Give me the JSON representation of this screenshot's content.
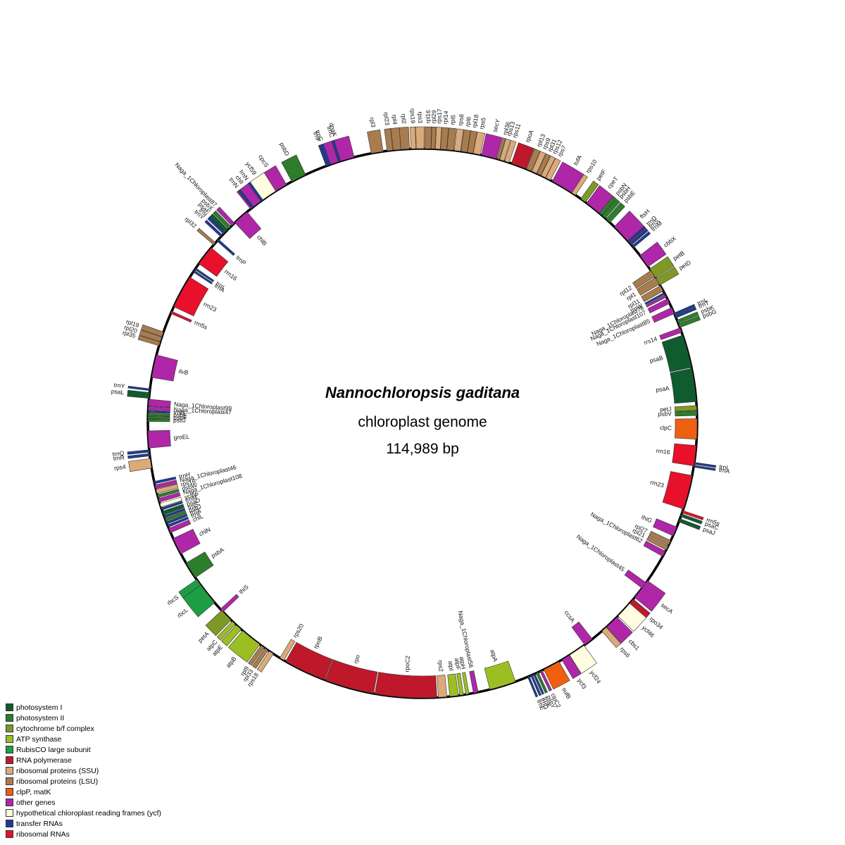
{
  "title": {
    "organism": "Nannochloropsis gaditana",
    "subtitle": "chloroplast genome",
    "size": "114,989 bp"
  },
  "colors": {
    "ps1": "#0f5c2e",
    "ps2": "#2e7d2a",
    "cytb6f": "#7f9a24",
    "atp": "#9bbf23",
    "rbcl": "#1e9e44",
    "rnapol": "#c0182b",
    "ssu": "#dcaa79",
    "lsu": "#a87c4f",
    "clp": "#ee6010",
    "other": "#b026a8",
    "ycf": "#fffce0",
    "trna": "#1c3c96",
    "rrna": "#e8102a"
  },
  "legend": [
    {
      "label": "photosystem I",
      "color": "#0f5c2e"
    },
    {
      "label": "photosystem II",
      "color": "#2e7d2a"
    },
    {
      "label": "cytochrome b/f complex",
      "color": "#7f9a24"
    },
    {
      "label": "ATP synthase",
      "color": "#9bbf23"
    },
    {
      "label": "RubisCO large subunit",
      "color": "#1e9e44"
    },
    {
      "label": "RNA polymerase",
      "color": "#c0182b"
    },
    {
      "label": "ribosomal proteins (SSU)",
      "color": "#dcaa79"
    },
    {
      "label": "ribosomal proteins (LSU)",
      "color": "#a87c4f"
    },
    {
      "label": "clpP, matK",
      "color": "#ee6010"
    },
    {
      "label": "other genes",
      "color": "#b026a8"
    },
    {
      "label": "hypothetical chloroplast reading frames (ycf)",
      "color": "#fffce0"
    },
    {
      "label": "transfer RNAs",
      "color": "#1c3c96"
    },
    {
      "label": "ribosomal RNAs",
      "color": "#e8102a"
    }
  ],
  "genes": [
    {
      "name": "dnaK",
      "a": -17.0,
      "w": 5.2,
      "cat": "other",
      "side": "out"
    },
    {
      "name": "trnC",
      "a": -19.8,
      "w": 0.5,
      "cat": "trna",
      "side": "out"
    },
    {
      "name": "trnF",
      "a": -20.3,
      "w": 0.5,
      "cat": "trna",
      "side": "out"
    },
    {
      "name": "psbD",
      "a": -26.8,
      "w": 3.2,
      "cat": "ps2",
      "side": "out"
    },
    {
      "name": "cpcS",
      "a": -31.3,
      "w": 3.2,
      "cat": "other",
      "side": "out"
    },
    {
      "name": "chlI",
      "a": -37.0,
      "w": 3.5,
      "cat": "other",
      "side": "out"
    },
    {
      "name": "rpl3",
      "a": -9.5,
      "w": 2.5,
      "cat": "lsu",
      "side": "out"
    },
    {
      "name": "rpl23",
      "a": -6.8,
      "w": 1.2,
      "cat": "lsu",
      "side": "out"
    },
    {
      "name": "rpl4",
      "a": -5.3,
      "w": 1.6,
      "cat": "lsu",
      "side": "out"
    },
    {
      "name": "rpl2",
      "a": -3.6,
      "w": 1.8,
      "cat": "lsu",
      "side": "out"
    },
    {
      "name": "rps19",
      "a": -1.9,
      "w": 1.0,
      "cat": "ssu",
      "side": "out"
    },
    {
      "name": "rps3",
      "a": -0.5,
      "w": 1.6,
      "cat": "ssu",
      "side": "out"
    },
    {
      "name": "rpl16",
      "a": 1.1,
      "w": 1.3,
      "cat": "lsu",
      "side": "out"
    },
    {
      "name": "rpl29",
      "a": 2.2,
      "w": 0.8,
      "cat": "lsu",
      "side": "out"
    },
    {
      "name": "rps17",
      "a": 3.2,
      "w": 1.0,
      "cat": "ssu",
      "side": "out"
    },
    {
      "name": "rpl14",
      "a": 4.4,
      "w": 1.3,
      "cat": "lsu",
      "side": "out"
    },
    {
      "name": "rpl5",
      "a": 5.8,
      "w": 1.4,
      "cat": "lsu",
      "side": "out"
    },
    {
      "name": "rps8",
      "a": 7.3,
      "w": 1.3,
      "cat": "ssu",
      "side": "out"
    },
    {
      "name": "rpl6",
      "a": 8.7,
      "w": 1.3,
      "cat": "lsu",
      "side": "out"
    },
    {
      "name": "rpl18",
      "a": 10.0,
      "w": 1.2,
      "cat": "lsu",
      "side": "out"
    },
    {
      "name": "rps5",
      "a": 11.4,
      "w": 1.5,
      "cat": "ssu",
      "side": "out"
    },
    {
      "name": "secY",
      "a": 14.0,
      "w": 3.2,
      "cat": "other",
      "side": "out"
    },
    {
      "name": "rpl36",
      "a": 16.0,
      "w": 0.5,
      "cat": "lsu",
      "side": "out"
    },
    {
      "name": "rps13",
      "a": 16.8,
      "w": 0.9,
      "cat": "ssu",
      "side": "out"
    },
    {
      "name": "rps11",
      "a": 17.9,
      "w": 1.0,
      "cat": "ssu",
      "side": "out"
    },
    {
      "name": "rpoA",
      "a": 20.5,
      "w": 3.2,
      "cat": "rnapol",
      "side": "out"
    },
    {
      "name": "rpl13",
      "a": 22.8,
      "w": 1.2,
      "cat": "lsu",
      "side": "out"
    },
    {
      "name": "rps9",
      "a": 24.0,
      "w": 1.1,
      "cat": "ssu",
      "side": "out"
    },
    {
      "name": "rpl31",
      "a": 25.1,
      "w": 0.9,
      "cat": "lsu",
      "side": "out"
    },
    {
      "name": "rps12",
      "a": 26.1,
      "w": 1.0,
      "cat": "ssu",
      "side": "out"
    },
    {
      "name": "rps7",
      "a": 27.2,
      "w": 1.1,
      "cat": "ssu",
      "side": "out"
    },
    {
      "name": "tufA",
      "a": 30.6,
      "w": 4.8,
      "cat": "other",
      "side": "out"
    },
    {
      "name": "rps10",
      "a": 33.4,
      "w": 0.9,
      "cat": "ssu",
      "side": "out"
    },
    {
      "name": "petF",
      "a": 35.8,
      "w": 1.2,
      "cat": "cytb6f",
      "side": "out"
    },
    {
      "name": "cpeT",
      "a": 38.4,
      "w": 3.4,
      "cat": "other",
      "side": "out"
    },
    {
      "name": "psbN",
      "a": 40.4,
      "w": 0.7,
      "cat": "ps2",
      "side": "out"
    },
    {
      "name": "psbH",
      "a": 41.3,
      "w": 0.9,
      "cat": "ps2",
      "side": "out"
    },
    {
      "name": "psbE",
      "a": 42.5,
      "w": 1.1,
      "cat": "ps2",
      "side": "out"
    },
    {
      "name": "ftsH",
      "a": 46.8,
      "w": 5.0,
      "cat": "other",
      "side": "out"
    },
    {
      "name": "trnD",
      "a": 48.6,
      "w": 0.5,
      "cat": "trna",
      "side": "out"
    },
    {
      "name": "trnS",
      "a": 49.3,
      "w": 0.5,
      "cat": "trna",
      "side": "out"
    },
    {
      "name": "trnM",
      "a": 50.0,
      "w": 0.5,
      "cat": "trna",
      "side": "out"
    },
    {
      "name": "cbbX",
      "a": 53.8,
      "w": 2.9,
      "cat": "other",
      "side": "out"
    },
    {
      "name": "petB",
      "a": 56.9,
      "w": 2.2,
      "cat": "cytb6f",
      "side": "out"
    },
    {
      "name": "petD",
      "a": 59.0,
      "w": 1.6,
      "cat": "cytb6f",
      "side": "out"
    },
    {
      "name": "rpl12",
      "a": 57.0,
      "w": 1.5,
      "cat": "lsu",
      "side": "in"
    },
    {
      "name": "rpl1",
      "a": 58.8,
      "w": 1.6,
      "cat": "lsu",
      "side": "in"
    },
    {
      "name": "rpl11",
      "a": 60.6,
      "w": 1.3,
      "cat": "lsu",
      "side": "in"
    },
    {
      "name": "trnW",
      "a": 61.8,
      "w": 0.4,
      "cat": "trna",
      "side": "in"
    },
    {
      "name": "Naga_1Chloroplast78",
      "a": 62.4,
      "w": 0.5,
      "cat": "other",
      "side": "in"
    },
    {
      "name": "Naga_1Chloroplast107",
      "a": 63.6,
      "w": 1.1,
      "cat": "other",
      "side": "in"
    },
    {
      "name": "Naga_1Chloroplast85",
      "a": 65.8,
      "w": 1.4,
      "cat": "other",
      "side": "in"
    },
    {
      "name": "trnL",
      "a": 66.6,
      "w": 0.5,
      "cat": "trna",
      "side": "out"
    },
    {
      "name": "trnT",
      "a": 67.2,
      "w": 0.5,
      "cat": "trna",
      "side": "out"
    },
    {
      "name": "psbK",
      "a": 68.3,
      "w": 0.7,
      "cat": "ps2",
      "side": "out"
    },
    {
      "name": "psbG",
      "a": 69.2,
      "w": 0.8,
      "cat": "ps2",
      "side": "out"
    },
    {
      "name": "rrs14",
      "a": 70.2,
      "w": 1.0,
      "cat": "other",
      "side": "in"
    },
    {
      "name": "psaB",
      "a": 74.8,
      "w": 7.0,
      "cat": "ps1",
      "side": "in"
    },
    {
      "name": "psaA",
      "a": 82.0,
      "w": 7.0,
      "cat": "ps1",
      "side": "in"
    },
    {
      "name": "petJ",
      "a": 86.8,
      "w": 1.0,
      "cat": "cytb6f",
      "side": "in"
    },
    {
      "name": "psbV",
      "a": 87.9,
      "w": 1.0,
      "cat": "ps2",
      "side": "in"
    },
    {
      "name": "clpC",
      "a": 91.2,
      "w": 4.3,
      "cat": "clp",
      "side": "in"
    },
    {
      "name": "rrn16",
      "a": 96.8,
      "w": 4.3,
      "cat": "rrna",
      "side": "in"
    },
    {
      "name": "trnI",
      "a": 98.4,
      "w": 0.4,
      "cat": "trna",
      "side": "out"
    },
    {
      "name": "trnA",
      "a": 99.0,
      "w": 0.4,
      "cat": "trna",
      "side": "out"
    },
    {
      "name": "rrn23",
      "a": 104.6,
      "w": 7.2,
      "cat": "rrna",
      "side": "in"
    },
    {
      "name": "rrn5s",
      "a": 108.8,
      "w": 0.5,
      "cat": "rrna",
      "side": "out"
    },
    {
      "name": "psaC",
      "a": 109.6,
      "w": 0.6,
      "cat": "ps1",
      "side": "out"
    },
    {
      "name": "psaJ",
      "a": 110.7,
      "w": 0.7,
      "cat": "ps1",
      "side": "out"
    },
    {
      "name": "thiG",
      "a": 113.2,
      "w": 2.0,
      "cat": "other",
      "side": "in"
    },
    {
      "name": "rpl27",
      "a": 115.8,
      "w": 1.0,
      "cat": "lsu",
      "side": "in"
    },
    {
      "name": "rpl21",
      "a": 117.0,
      "w": 1.0,
      "cat": "lsu",
      "side": "in"
    },
    {
      "name": "Naga_1Chloroplast62",
      "a": 118.4,
      "w": 1.2,
      "cat": "other",
      "side": "in"
    },
    {
      "name": "Naga_1Chloroplast45",
      "a": 126.2,
      "w": 1.4,
      "cat": "other",
      "side": "in"
    },
    {
      "name": "secA",
      "a": 127.2,
      "w": 4.4,
      "cat": "other",
      "side": "out"
    },
    {
      "name": "rpo34",
      "a": 130.6,
      "w": 1.5,
      "cat": "rnapol",
      "side": "out"
    },
    {
      "name": "ycf46",
      "a": 132.8,
      "w": 3.6,
      "cat": "ycf",
      "side": "out"
    },
    {
      "name": "cbs1",
      "a": 136.4,
      "w": 3.0,
      "cat": "other",
      "side": "out"
    },
    {
      "name": "rps6",
      "a": 138.6,
      "w": 1.2,
      "cat": "ssu",
      "side": "out"
    },
    {
      "name": "ccsA",
      "a": 142.8,
      "w": 2.0,
      "cat": "other",
      "side": "in"
    },
    {
      "name": "ycf24",
      "a": 145.8,
      "w": 3.6,
      "cat": "ycf",
      "side": "out"
    },
    {
      "name": "ycf3",
      "a": 148.6,
      "w": 1.8,
      "cat": "other",
      "side": "out"
    },
    {
      "name": "sufB",
      "a": 152.0,
      "w": 3.6,
      "cat": "clp",
      "side": "out"
    },
    {
      "name": "clpC2",
      "a": 154.4,
      "w": 0.5,
      "cat": "other",
      "side": "out"
    },
    {
      "name": "psbY",
      "a": 155.3,
      "w": 0.5,
      "cat": "ps2",
      "side": "out"
    },
    {
      "name": "trnK",
      "a": 156.0,
      "w": 0.4,
      "cat": "trna",
      "side": "out"
    },
    {
      "name": "trnG",
      "a": 156.6,
      "w": 0.4,
      "cat": "trna",
      "side": "out"
    },
    {
      "name": "trnE",
      "a": 157.3,
      "w": 0.4,
      "cat": "trna",
      "side": "out"
    },
    {
      "name": "atpA",
      "a": 163.0,
      "w": 5.6,
      "cat": "atp",
      "side": "in"
    },
    {
      "name": "Naga_1Chloroplast56",
      "a": 168.8,
      "w": 1.0,
      "cat": "other",
      "side": "in"
    },
    {
      "name": "atpH",
      "a": 170.6,
      "w": 0.7,
      "cat": "atp",
      "side": "in"
    },
    {
      "name": "atpF",
      "a": 171.8,
      "w": 0.8,
      "cat": "atp",
      "side": "in"
    },
    {
      "name": "atpI",
      "a": 173.4,
      "w": 1.8,
      "cat": "atp",
      "side": "in"
    },
    {
      "name": "rps2",
      "a": 175.8,
      "w": 1.8,
      "cat": "ssu",
      "side": "in"
    },
    {
      "name": "rpoC2",
      "a": 183.5,
      "w": 13.0,
      "cat": "rnapol",
      "side": "in"
    },
    {
      "name": "rpo",
      "a": 195.5,
      "w": 10.5,
      "cat": "rnapol",
      "side": "in"
    },
    {
      "name": "rpoB",
      "a": 205.4,
      "w": 9.0,
      "cat": "rnapol",
      "side": "in"
    },
    {
      "name": "rps20",
      "a": 210.8,
      "w": 1.0,
      "cat": "ssu",
      "side": "in"
    },
    {
      "name": "rps18",
      "a": 213.4,
      "w": 1.0,
      "cat": "ssu",
      "side": "out"
    },
    {
      "name": "rpl33",
      "a": 214.6,
      "w": 0.8,
      "cat": "lsu",
      "side": "out"
    },
    {
      "name": "rpl9",
      "a": 215.6,
      "w": 0.8,
      "cat": "lsu",
      "side": "out"
    },
    {
      "name": "atpB",
      "a": 218.6,
      "w": 4.6,
      "cat": "atp",
      "side": "out"
    },
    {
      "name": "atpE",
      "a": 222.0,
      "w": 1.4,
      "cat": "atp",
      "side": "out"
    },
    {
      "name": "atpC",
      "a": 223.4,
      "w": 0.9,
      "cat": "atp",
      "side": "out"
    },
    {
      "name": "petA",
      "a": 225.6,
      "w": 2.8,
      "cat": "cytb6f",
      "side": "out"
    },
    {
      "name": "thiS",
      "a": 227.0,
      "w": 0.8,
      "cat": "other",
      "side": "in"
    },
    {
      "name": "rbcL",
      "a": 231.6,
      "w": 4.8,
      "cat": "rbcl",
      "side": "out"
    },
    {
      "name": "rbcS",
      "a": 234.6,
      "w": 1.4,
      "cat": "rbcl",
      "side": "out"
    },
    {
      "name": "psbA",
      "a": 237.6,
      "w": 3.6,
      "cat": "ps2",
      "side": "in"
    },
    {
      "name": "chlN",
      "a": 243.4,
      "w": 3.6,
      "cat": "other",
      "side": "in"
    },
    {
      "name": "chlL",
      "a": 247.0,
      "w": 1.0,
      "cat": "other",
      "side": "in"
    },
    {
      "name": "trnP",
      "a": 248.0,
      "w": 0.5,
      "cat": "trna",
      "side": "in"
    },
    {
      "name": "trnY",
      "a": 248.7,
      "w": 0.5,
      "cat": "trna",
      "side": "in"
    },
    {
      "name": "psbJ",
      "a": 249.4,
      "w": 0.6,
      "cat": "ps2",
      "side": "in"
    },
    {
      "name": "trnS",
      "a": 250.1,
      "w": 0.5,
      "cat": "trna",
      "side": "in"
    },
    {
      "name": "psaD",
      "a": 250.9,
      "w": 0.8,
      "cat": "ps1",
      "side": "in"
    },
    {
      "name": "trnM",
      "a": 251.8,
      "w": 0.5,
      "cat": "trna",
      "side": "in"
    },
    {
      "name": "ycf66",
      "a": 252.6,
      "w": 0.8,
      "cat": "ycf",
      "side": "in"
    },
    {
      "name": "Naga_1Chloroplast108",
      "a": 253.7,
      "w": 0.8,
      "cat": "other",
      "side": "in"
    },
    {
      "name": "psbW",
      "a": 254.6,
      "w": 0.6,
      "cat": "ps2",
      "side": "in"
    },
    {
      "name": "rps16",
      "a": 255.6,
      "w": 0.9,
      "cat": "ssu",
      "side": "in"
    },
    {
      "name": "Naga_1Chloroplast46",
      "a": 256.6,
      "w": 0.8,
      "cat": "other",
      "side": "in"
    },
    {
      "name": "trnH",
      "a": 257.5,
      "w": 0.5,
      "cat": "trna",
      "side": "in"
    },
    {
      "name": "rps4",
      "a": 261.6,
      "w": 2.0,
      "cat": "ssu",
      "side": "out"
    },
    {
      "name": "trnR",
      "a": 263.4,
      "w": 0.5,
      "cat": "trna",
      "side": "out"
    },
    {
      "name": "trnQ",
      "a": 264.2,
      "w": 0.5,
      "cat": "trna",
      "side": "out"
    },
    {
      "name": "groEL",
      "a": 266.6,
      "w": 3.6,
      "cat": "other",
      "side": "in"
    },
    {
      "name": "psbJ",
      "a": 270.6,
      "w": 0.5,
      "cat": "ps2",
      "side": "in"
    },
    {
      "name": "psbF",
      "a": 271.2,
      "w": 0.5,
      "cat": "ps2",
      "side": "in"
    },
    {
      "name": "psbE",
      "a": 271.8,
      "w": 0.5,
      "cat": "ps2",
      "side": "in"
    },
    {
      "name": "trnG",
      "a": 272.4,
      "w": 0.4,
      "cat": "trna",
      "side": "in"
    },
    {
      "name": "Naga_1Chloroplast47",
      "a": 273.1,
      "w": 0.8,
      "cat": "other",
      "side": "in"
    },
    {
      "name": "Naga_1Chloroplast99",
      "a": 274.3,
      "w": 1.4,
      "cat": "other",
      "side": "in"
    },
    {
      "name": "psaL",
      "a": 275.8,
      "w": 1.2,
      "cat": "ps1",
      "side": "out"
    },
    {
      "name": "trnY",
      "a": 277.0,
      "w": 0.4,
      "cat": "trna",
      "side": "out"
    },
    {
      "name": "ilvB",
      "a": 282.0,
      "w": 4.8,
      "cat": "other",
      "side": "in"
    },
    {
      "name": "rpl35",
      "a": 286.8,
      "w": 0.8,
      "cat": "lsu",
      "side": "out"
    },
    {
      "name": "rpl20",
      "a": 287.8,
      "w": 1.0,
      "cat": "lsu",
      "side": "out"
    },
    {
      "name": "rpl19",
      "a": 288.9,
      "w": 1.0,
      "cat": "lsu",
      "side": "out"
    },
    {
      "name": "rrn5s",
      "a": 293.8,
      "w": 0.5,
      "cat": "rrna",
      "side": "in"
    },
    {
      "name": "rrn23",
      "a": 298.6,
      "w": 7.0,
      "cat": "rrna",
      "side": "in"
    },
    {
      "name": "trnA",
      "a": 303.6,
      "w": 0.4,
      "cat": "trna",
      "side": "in"
    },
    {
      "name": "trnI",
      "a": 304.2,
      "w": 0.4,
      "cat": "trna",
      "side": "in"
    },
    {
      "name": "rrn16",
      "a": 307.6,
      "w": 4.2,
      "cat": "rrna",
      "side": "in"
    },
    {
      "name": "rpl32",
      "a": 310.8,
      "w": 0.6,
      "cat": "lsu",
      "side": "out"
    },
    {
      "name": "trnP",
      "a": 311.8,
      "w": 0.5,
      "cat": "trna",
      "side": "in"
    },
    {
      "name": "trnY",
      "a": 313.0,
      "w": 0.5,
      "cat": "trna",
      "side": "out"
    },
    {
      "name": "trnI",
      "a": 313.8,
      "w": 0.5,
      "cat": "trna",
      "side": "out"
    },
    {
      "name": "psaF",
      "a": 314.5,
      "w": 0.8,
      "cat": "ps1",
      "side": "out"
    },
    {
      "name": "psbX",
      "a": 315.4,
      "w": 0.7,
      "cat": "ps2",
      "side": "out"
    },
    {
      "name": "Naga_1Chloroplast87",
      "a": 316.4,
      "w": 0.8,
      "cat": "other",
      "side": "out"
    },
    {
      "name": "chlB",
      "a": 318.6,
      "w": 3.4,
      "cat": "other",
      "side": "in"
    },
    {
      "name": "trnN",
      "a": 321.8,
      "w": 0.5,
      "cat": "trna",
      "side": "out"
    },
    {
      "name": "ycf59",
      "a": 326.0,
      "w": 3.4,
      "cat": "ycf",
      "side": "out"
    },
    {
      "name": "trnN",
      "a": 324.2,
      "w": 0.5,
      "cat": "trna",
      "side": "out"
    },
    {
      "name": "trnC",
      "a": 342.4,
      "w": 0.5,
      "cat": "trna",
      "side": "out"
    }
  ]
}
